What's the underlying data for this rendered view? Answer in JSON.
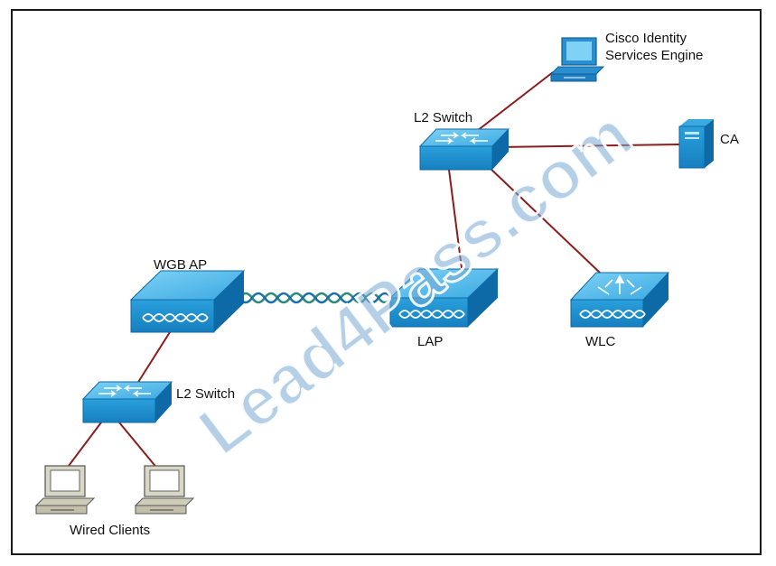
{
  "labels": {
    "ise": [
      "Cisco Identity",
      "Services Engine"
    ],
    "ca": "CA",
    "top_switch": "L2 Switch",
    "wgb_ap": "WGB AP",
    "lap": "LAP",
    "wlc": "WLC",
    "bottom_switch": "L2 Switch",
    "wired_clients": "Wired Clients"
  },
  "watermark": "Lead4Pass.com",
  "colors": {
    "device_blue": "#1f8fcf",
    "device_top": "#5cc0ee",
    "device_side": "#0e6aa6",
    "link_red": "#8b1d1d",
    "watermark": "#78aad2"
  }
}
